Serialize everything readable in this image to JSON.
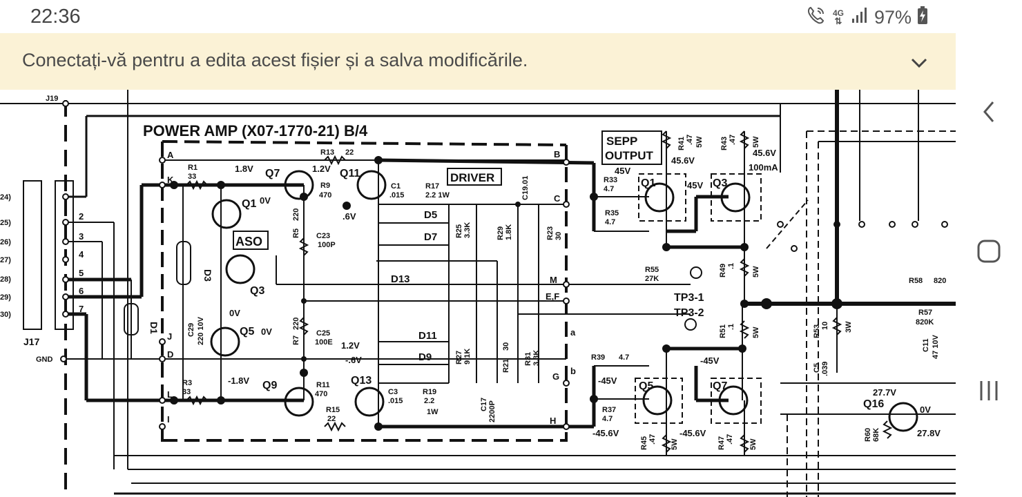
{
  "status_bar": {
    "time": "22:36",
    "network": "4G",
    "battery_percent": "97%",
    "icons": [
      "wifi-calling-icon",
      "network-4g-icon",
      "signal-icon",
      "battery-charging-icon"
    ]
  },
  "banner": {
    "message": "Conectați-vă pentru a edita acest fișier și a salva modificările.",
    "expand_icon": "chevron-down-icon"
  },
  "schematic": {
    "title": "POWER AMP (X07-1770-21) B/4",
    "blocks": {
      "sepp": "SEPP",
      "output": "OUTPUT",
      "driver": "DRIVER",
      "aso": "ASO"
    },
    "connector": "J17",
    "top_pin": "J19",
    "gnd": "GND",
    "left_pins": [
      "24)",
      "25)",
      "26)",
      "27)",
      "28)",
      "29)",
      "30)"
    ],
    "connector_numbers": [
      "2",
      "3",
      "4",
      "5",
      "6",
      "7"
    ],
    "nodes": [
      "A",
      "B",
      "C",
      "K",
      "J",
      "D",
      "L",
      "I",
      "M",
      "E,F",
      "H",
      "G",
      "a",
      "b"
    ],
    "transistors": {
      "q7": "Q7",
      "q11": "Q11",
      "q1": "Q1",
      "q3": "Q3",
      "q5": "Q5",
      "q9": "Q9",
      "q13": "Q13",
      "q16": "Q16",
      "out_q1": "Q1",
      "out_q3": "Q3",
      "out_q5": "Q5",
      "out_q7": "Q7"
    },
    "voltages": {
      "v18": "1.8V",
      "v12": "1.2V",
      "v0": "0V",
      "vq3": "0V",
      "vq5": "0V",
      "v6": ".6V",
      "v12b": "1.2V",
      "vm6": "-.6V",
      "vm18": "-1.8V",
      "v45a": "45V",
      "v45b": "45V",
      "v456": "45.6V",
      "v456b": "45.6V",
      "ma100": "100mA",
      "vm45a": "-45V",
      "vm45b": "-45V",
      "vm456a": "-45.6V",
      "vm456b": "-45.6V",
      "v277": "27.7V",
      "v0c": "0V",
      "v278": "27.8V"
    },
    "labels": {
      "r1": "R1",
      "r1v": "33",
      "r13": "R13",
      "r13v": "22",
      "r9": "R9",
      "r9v": "470",
      "c1": "C1",
      "c1v": ".015",
      "r17": "R17",
      "r17v": "2.2 1W",
      "c19": "C19.01",
      "d5": "D5",
      "d7": "D7",
      "r25": "R25",
      "r25v": "3.3K",
      "r29": "R29",
      "r29v": "1.8K",
      "r23": "R23",
      "r23v": "30",
      "r5": "R5",
      "r5v": "220",
      "c23": "C23",
      "c23v": "100P",
      "d3": "D3",
      "d13": "D13",
      "d1": "D1",
      "c29": "C29",
      "c29v": "220 10V",
      "r7": "R7",
      "r7v": "220",
      "c25": "C25",
      "c25v": "100E",
      "d11": "D11",
      "d9": "D9",
      "r27": "R27",
      "r27v": "9.1K",
      "r21": "R21",
      "r21v": "30",
      "r31": "R31",
      "r31v": "3.3K",
      "r11": "R11",
      "r11v": "470",
      "c3": "C3",
      "c3v": ".015",
      "r19": "R19",
      "r19v": "2.2",
      "r19w": "1W",
      "r15": "R15",
      "r15v": "22",
      "c17": "C17",
      "c17v": "2200P",
      "r3": "R3",
      "r3v": "33",
      "r41": "R41",
      "r41v": ".47",
      "r41w": "5W",
      "r43": "R43",
      "r43v": ".47",
      "r43w": "5W",
      "r33": "R33",
      "r33v": "4.7",
      "r35": "R35",
      "r35v": "4.7",
      "r55": "R55",
      "r55v": "27K",
      "r49": "R49",
      "r49v": ".1",
      "r49w": "5W",
      "tp31": "TP3-1",
      "tp32": "TP3-2",
      "r51": "R51",
      "r51v": ".1",
      "r51w": "5W",
      "r53": "R53",
      "r53v": "10",
      "r53w": "3W",
      "c5": "C5",
      "c5v": ".039",
      "r39": "R39",
      "r39v": "4.7",
      "r37": "R37",
      "r37v": "4.7",
      "r45": "R45",
      "r45v": ".47",
      "r45w": "5W",
      "r47": "R47",
      "r47v": ".47",
      "r47w": "5W",
      "r58": "R58",
      "r58v": "820",
      "r57": "R57",
      "r57v": "820K",
      "c11": "C11",
      "c11v": "47 10V",
      "r60": "R60",
      "r60v": "68K"
    }
  },
  "nav_bar": {
    "icons": [
      "back-icon",
      "home-icon",
      "recents-icon"
    ]
  },
  "colors": {
    "banner_bg": "#fbf2d6",
    "text": "#4a4a4a",
    "ink": "#111111"
  }
}
